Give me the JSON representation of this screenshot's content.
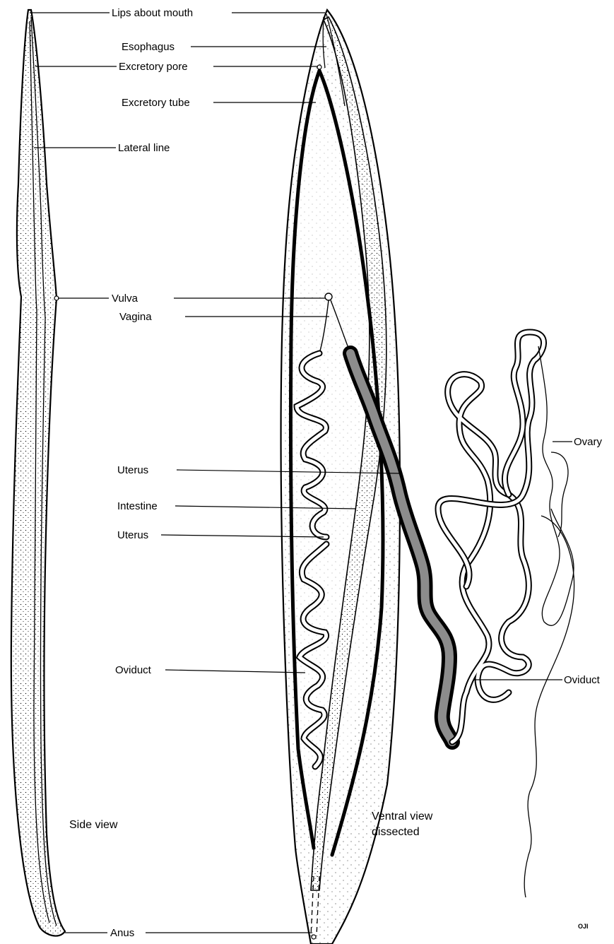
{
  "labels": {
    "lips_about_mouth": "Lips about mouth",
    "esophagus": "Esophagus",
    "excretory_pore": "Excretory pore",
    "excretory_tube": "Excretory tube",
    "lateral_line": "Lateral line",
    "vulva": "Vulva",
    "vagina": "Vagina",
    "ovary": "Ovary",
    "uterus_upper": "Uterus",
    "intestine": "Intestine",
    "uterus_lower": "Uterus",
    "oviduct_left": "Oviduct",
    "oviduct_right": "Oviduct",
    "anus": "Anus"
  },
  "captions": {
    "side_view": "Side view",
    "ventral_view_line1": "Ventral view",
    "ventral_view_line2": "dissected"
  },
  "signature": "OJI",
  "colors": {
    "ink": "#000000",
    "paper": "#ffffff"
  }
}
